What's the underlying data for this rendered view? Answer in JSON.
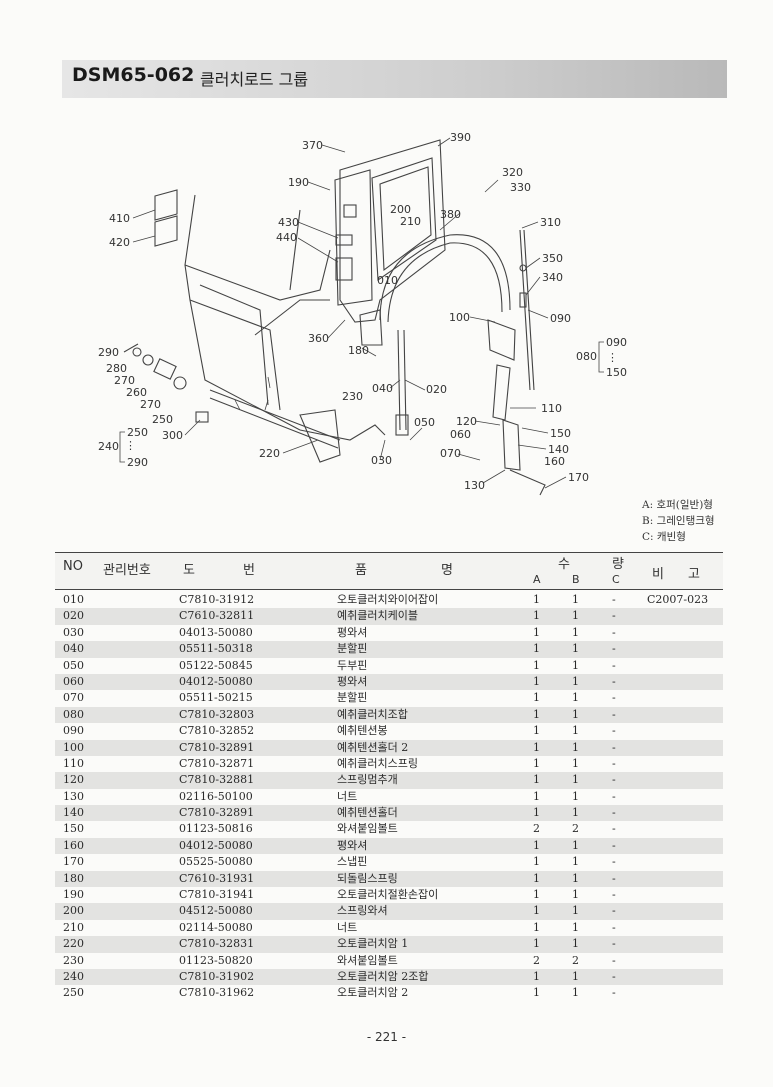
{
  "header": {
    "code": "DSM65-062",
    "name": "클러치로드 그룹"
  },
  "diagram": {
    "labels": [
      {
        "id": "l370",
        "text": "370"
      },
      {
        "id": "l390",
        "text": "390"
      },
      {
        "id": "l190",
        "text": "190"
      },
      {
        "id": "l320",
        "text": "320"
      },
      {
        "id": "l330",
        "text": "330"
      },
      {
        "id": "l410",
        "text": "410"
      },
      {
        "id": "l420",
        "text": "420"
      },
      {
        "id": "l430",
        "text": "430"
      },
      {
        "id": "l440",
        "text": "440"
      },
      {
        "id": "l200",
        "text": "200"
      },
      {
        "id": "l210",
        "text": "210"
      },
      {
        "id": "l380",
        "text": "380"
      },
      {
        "id": "l310",
        "text": "310"
      },
      {
        "id": "l350",
        "text": "350"
      },
      {
        "id": "l340",
        "text": "340"
      },
      {
        "id": "l010",
        "text": "010"
      },
      {
        "id": "l100",
        "text": "100"
      },
      {
        "id": "l090",
        "text": "090"
      },
      {
        "id": "l360",
        "text": "360"
      },
      {
        "id": "l080",
        "text": "080"
      },
      {
        "id": "l090b",
        "text": "090"
      },
      {
        "id": "l150b",
        "text": "150"
      },
      {
        "id": "l290",
        "text": "290"
      },
      {
        "id": "l180",
        "text": "180"
      },
      {
        "id": "l280",
        "text": "280"
      },
      {
        "id": "l270",
        "text": "270"
      },
      {
        "id": "l260",
        "text": "260"
      },
      {
        "id": "l040",
        "text": "040"
      },
      {
        "id": "l020",
        "text": "020"
      },
      {
        "id": "l270b",
        "text": "270"
      },
      {
        "id": "l230",
        "text": "230"
      },
      {
        "id": "l250",
        "text": "250"
      },
      {
        "id": "l110",
        "text": "110"
      },
      {
        "id": "l120",
        "text": "120"
      },
      {
        "id": "l050",
        "text": "050"
      },
      {
        "id": "l300",
        "text": "300"
      },
      {
        "id": "l150",
        "text": "150"
      },
      {
        "id": "l060",
        "text": "060"
      },
      {
        "id": "l140",
        "text": "140"
      },
      {
        "id": "l250b",
        "text": "250"
      },
      {
        "id": "l240",
        "text": "240"
      },
      {
        "id": "l220",
        "text": "220"
      },
      {
        "id": "l070",
        "text": "070"
      },
      {
        "id": "l160",
        "text": "160"
      },
      {
        "id": "l030",
        "text": "030"
      },
      {
        "id": "l290b",
        "text": "290"
      },
      {
        "id": "l170",
        "text": "170"
      },
      {
        "id": "l130",
        "text": "130"
      }
    ]
  },
  "legend": [
    "A: 호퍼(일반)형",
    "B: 그레인탱크형",
    "C: 캐빈형"
  ],
  "table": {
    "headers": {
      "no": "NO",
      "mgmt": "관리번호",
      "drawing_1": "도",
      "drawing_2": "번",
      "name_1": "품",
      "name_2": "명",
      "qty_1": "수",
      "qty_2": "량",
      "a": "A",
      "b": "B",
      "c": "C",
      "remark_1": "비",
      "remark_2": "고"
    },
    "rows": [
      {
        "no": "010",
        "drawing": "C7810-31912",
        "name": "오토클러치와이어잡이",
        "a": "1",
        "b": "1",
        "c": "-",
        "remark": "C2007-023"
      },
      {
        "no": "020",
        "drawing": "C7610-32811",
        "name": "예취클러치케이블",
        "a": "1",
        "b": "1",
        "c": "-",
        "remark": ""
      },
      {
        "no": "030",
        "drawing": "04013-50080",
        "name": "평와셔",
        "a": "1",
        "b": "1",
        "c": "-",
        "remark": ""
      },
      {
        "no": "040",
        "drawing": "05511-50318",
        "name": "분할핀",
        "a": "1",
        "b": "1",
        "c": "-",
        "remark": ""
      },
      {
        "no": "050",
        "drawing": "05122-50845",
        "name": "두부핀",
        "a": "1",
        "b": "1",
        "c": "-",
        "remark": ""
      },
      {
        "no": "060",
        "drawing": "04012-50080",
        "name": "평와셔",
        "a": "1",
        "b": "1",
        "c": "-",
        "remark": ""
      },
      {
        "no": "070",
        "drawing": "05511-50215",
        "name": "분할핀",
        "a": "1",
        "b": "1",
        "c": "-",
        "remark": ""
      },
      {
        "no": "080",
        "drawing": "C7810-32803",
        "name": "예취클러치조합",
        "a": "1",
        "b": "1",
        "c": "-",
        "remark": ""
      },
      {
        "no": "090",
        "drawing": "C7810-32852",
        "name": "예취텐션봉",
        "a": "1",
        "b": "1",
        "c": "-",
        "remark": ""
      },
      {
        "no": "100",
        "drawing": "C7810-32891",
        "name": "예취텐션홀더 2",
        "a": "1",
        "b": "1",
        "c": "-",
        "remark": ""
      },
      {
        "no": "110",
        "drawing": "C7810-32871",
        "name": "예취클러치스프링",
        "a": "1",
        "b": "1",
        "c": "-",
        "remark": ""
      },
      {
        "no": "120",
        "drawing": "C7810-32881",
        "name": "스프링멈추개",
        "a": "1",
        "b": "1",
        "c": "-",
        "remark": ""
      },
      {
        "no": "130",
        "drawing": "02116-50100",
        "name": "너트",
        "a": "1",
        "b": "1",
        "c": "-",
        "remark": ""
      },
      {
        "no": "140",
        "drawing": "C7810-32891",
        "name": "예취텐션홀더",
        "a": "1",
        "b": "1",
        "c": "-",
        "remark": ""
      },
      {
        "no": "150",
        "drawing": "01123-50816",
        "name": "와셔붙임볼트",
        "a": "2",
        "b": "2",
        "c": "-",
        "remark": ""
      },
      {
        "no": "160",
        "drawing": "04012-50080",
        "name": "평와셔",
        "a": "1",
        "b": "1",
        "c": "-",
        "remark": ""
      },
      {
        "no": "170",
        "drawing": "05525-50080",
        "name": "스냅핀",
        "a": "1",
        "b": "1",
        "c": "-",
        "remark": ""
      },
      {
        "no": "180",
        "drawing": "C7610-31931",
        "name": "되돌림스프링",
        "a": "1",
        "b": "1",
        "c": "-",
        "remark": ""
      },
      {
        "no": "190",
        "drawing": "C7810-31941",
        "name": "오토클러치절환손잡이",
        "a": "1",
        "b": "1",
        "c": "-",
        "remark": ""
      },
      {
        "no": "200",
        "drawing": "04512-50080",
        "name": "스프링와셔",
        "a": "1",
        "b": "1",
        "c": "-",
        "remark": ""
      },
      {
        "no": "210",
        "drawing": "02114-50080",
        "name": "너트",
        "a": "1",
        "b": "1",
        "c": "-",
        "remark": ""
      },
      {
        "no": "220",
        "drawing": "C7810-32831",
        "name": "오토클러치암 1",
        "a": "1",
        "b": "1",
        "c": "-",
        "remark": ""
      },
      {
        "no": "230",
        "drawing": "01123-50820",
        "name": "와셔붙임볼트",
        "a": "2",
        "b": "2",
        "c": "-",
        "remark": ""
      },
      {
        "no": "240",
        "drawing": "C7810-31902",
        "name": "오토클러치암 2조합",
        "a": "1",
        "b": "1",
        "c": "-",
        "remark": ""
      },
      {
        "no": "250",
        "drawing": "C7810-31962",
        "name": "오토클러치암 2",
        "a": "1",
        "b": "1",
        "c": "-",
        "remark": ""
      }
    ]
  },
  "page_number": "- 221 -"
}
